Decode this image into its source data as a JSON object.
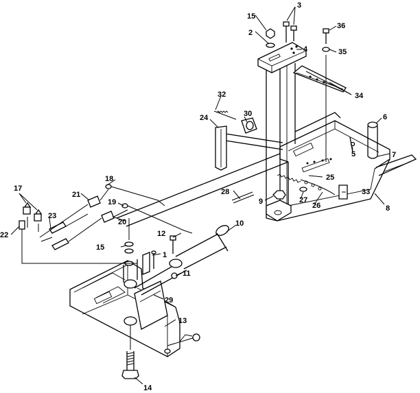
{
  "diagram": {
    "callouts": [
      "1",
      "2",
      "3",
      "4",
      "5",
      "6",
      "7",
      "8",
      "9",
      "10",
      "11",
      "12",
      "13",
      "14",
      "15",
      "17",
      "18",
      "19",
      "20",
      "21",
      "22",
      "23",
      "23",
      "24",
      "25",
      "26",
      "27",
      "28",
      "29",
      "30",
      "32",
      "33",
      "34",
      "35",
      "36"
    ]
  }
}
